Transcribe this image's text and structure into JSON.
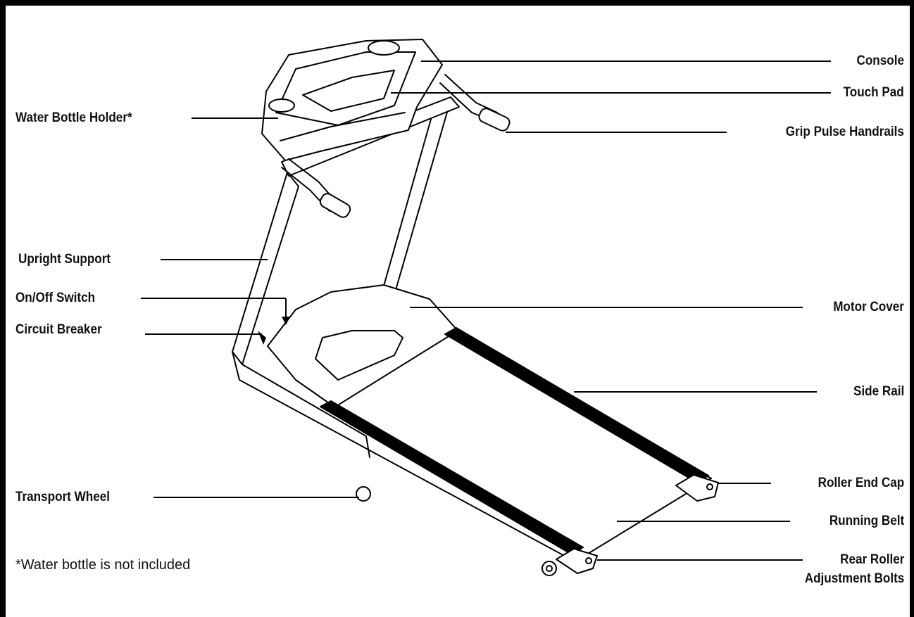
{
  "labels": {
    "console": "Console",
    "touch_pad": "Touch Pad",
    "water_bottle_holder": "Water Bottle Holder*",
    "grip_pulse_handrails": "Grip Pulse Handrails",
    "upright_support": "Upright Support",
    "on_off_switch": "On/Off Switch",
    "motor_cover": "Motor Cover",
    "circuit_breaker": "Circuit Breaker",
    "side_rail": "Side Rail",
    "transport_wheel": "Transport Wheel",
    "roller_end_cap": "Roller End Cap",
    "running_belt": "Running Belt",
    "rear_roller_line1": "Rear Roller",
    "rear_roller_line2": "Adjustment Bolts"
  },
  "footnote": "*Water bottle is not included"
}
